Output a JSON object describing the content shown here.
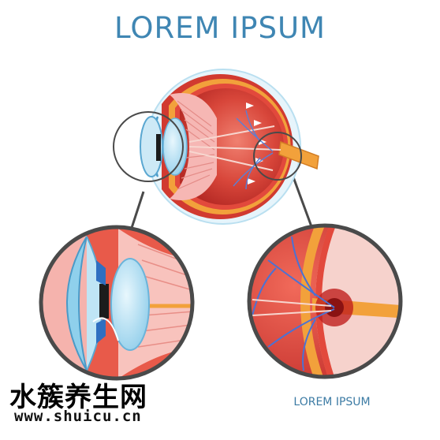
{
  "title": "LOREM IPSUM",
  "caption": "LOREM IPSUM",
  "watermark": {
    "chinese": "水簇养生网",
    "url": "www.shuicu.cn"
  },
  "colors": {
    "title_blue": "#3f86b3",
    "sclera_red": "#d9372f",
    "lens_blue": "#aee0f5",
    "retina_orange": "#f2a13b",
    "circle_stroke": "#4a4a4a"
  }
}
